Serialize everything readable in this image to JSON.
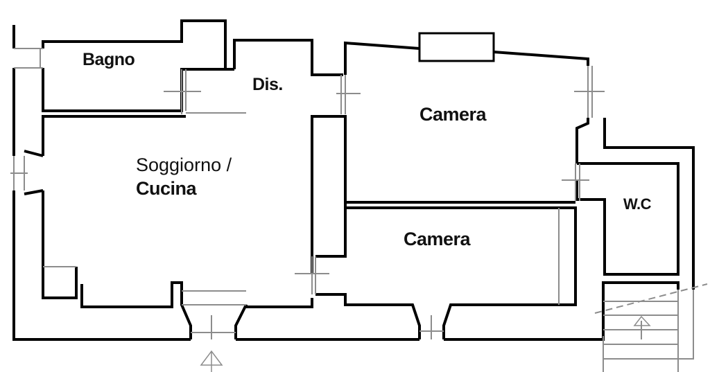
{
  "rooms": {
    "bagno": "Bagno",
    "disimpegno": "Dis.",
    "camera_1": "Camera",
    "soggiorno_line1": "Soggiorno /",
    "soggiorno_line2": "Cucina",
    "camera_2": "Camera",
    "wc": "W.C"
  },
  "colors": {
    "wall": "#000000",
    "thin": "#8c8c8c"
  }
}
